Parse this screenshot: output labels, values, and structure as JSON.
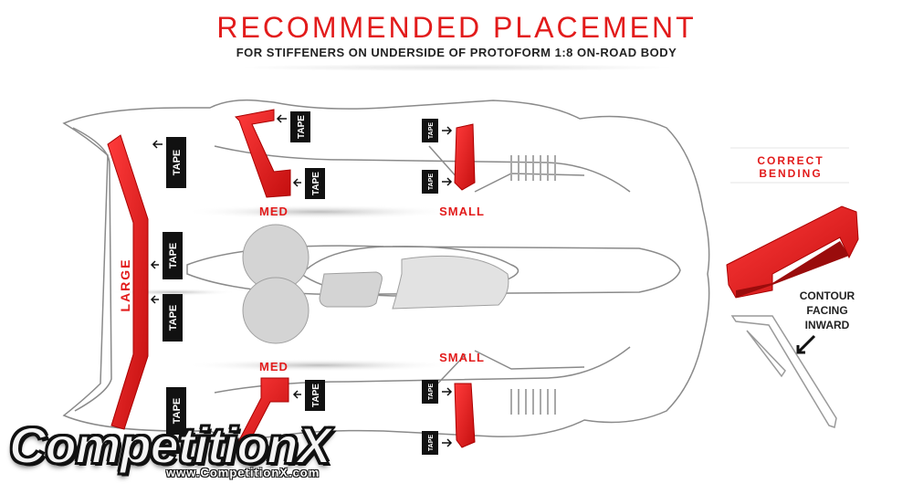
{
  "header": {
    "title": "RECOMMENDED PLACEMENT",
    "subtitle": "FOR STIFFENERS ON UNDERSIDE OF PROTOFORM 1:8 ON-ROAD BODY"
  },
  "labels": {
    "large": "LARGE",
    "med": "MED",
    "small": "SMALL",
    "tape": "TAPE"
  },
  "side_panel": {
    "correct_bending": [
      "CORRECT",
      "BENDING"
    ],
    "contour": [
      "CONTOUR",
      "FACING",
      "INWARD"
    ]
  },
  "watermark": {
    "brand": "CompetitionX",
    "url": "www.CompetitionX.com"
  },
  "colors": {
    "accent_red": "#e21b1b",
    "tape_black": "#111111",
    "body_outline": "#8a8a8a",
    "cutout_grey": "#d4d4d4"
  }
}
